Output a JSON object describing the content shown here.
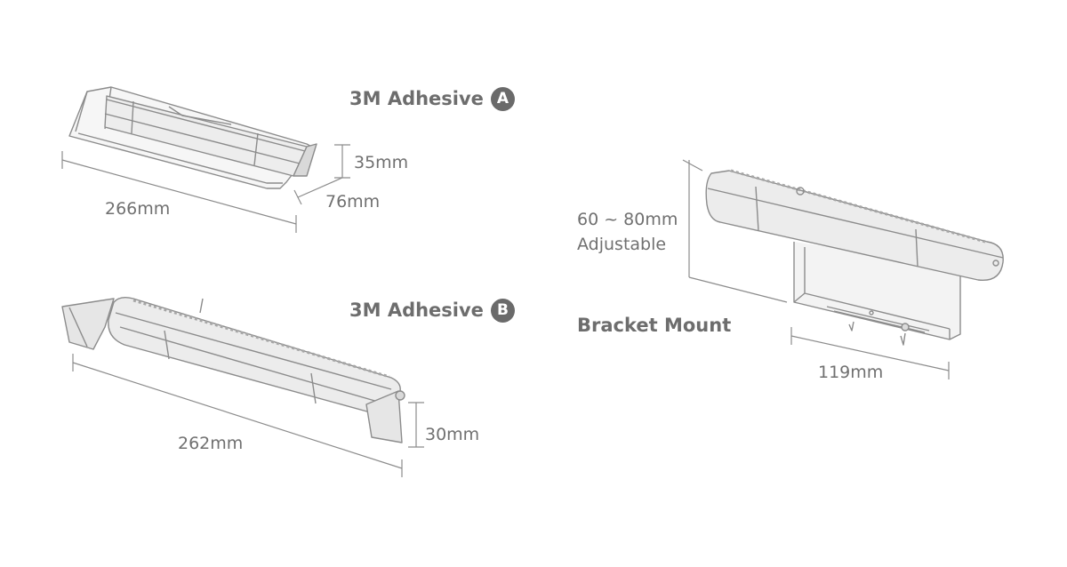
{
  "variant_a": {
    "title": "3M Adhesive",
    "badge": "A",
    "dims": {
      "length": "266mm",
      "height": "35mm",
      "depth": "76mm"
    }
  },
  "variant_b": {
    "title": "3M Adhesive",
    "badge": "B",
    "dims": {
      "length": "262mm",
      "height": "30mm"
    }
  },
  "bracket": {
    "title": "Bracket Mount",
    "dims": {
      "height": "60 ~ 80mm",
      "height_note": "Adjustable",
      "width": "119mm"
    }
  },
  "colors": {
    "line": "#8c8c8c",
    "dark": "#5e5e5e",
    "fill": "#e9e9e9",
    "fill_dark": "#cfcfcf",
    "badge": "#6a6a6a"
  }
}
